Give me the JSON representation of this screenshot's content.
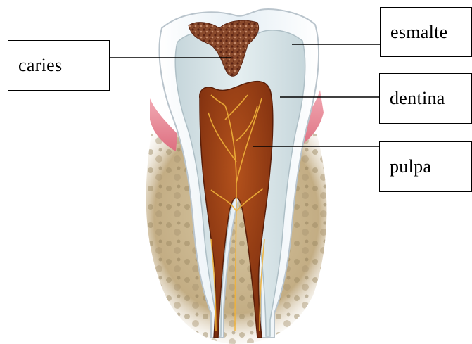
{
  "diagram": {
    "labels": {
      "caries": "caries",
      "esmalte": "esmalte",
      "dentina": "dentina",
      "pulpa": "pulpa"
    },
    "colors": {
      "enamel": "#eef4f8",
      "dentin": "#d9e6ea",
      "pulp": "#9a3c14",
      "caries": "#7a3a22",
      "gum": "#e98a98",
      "bone": "#cbb78f",
      "leader_line": "#000000"
    }
  }
}
